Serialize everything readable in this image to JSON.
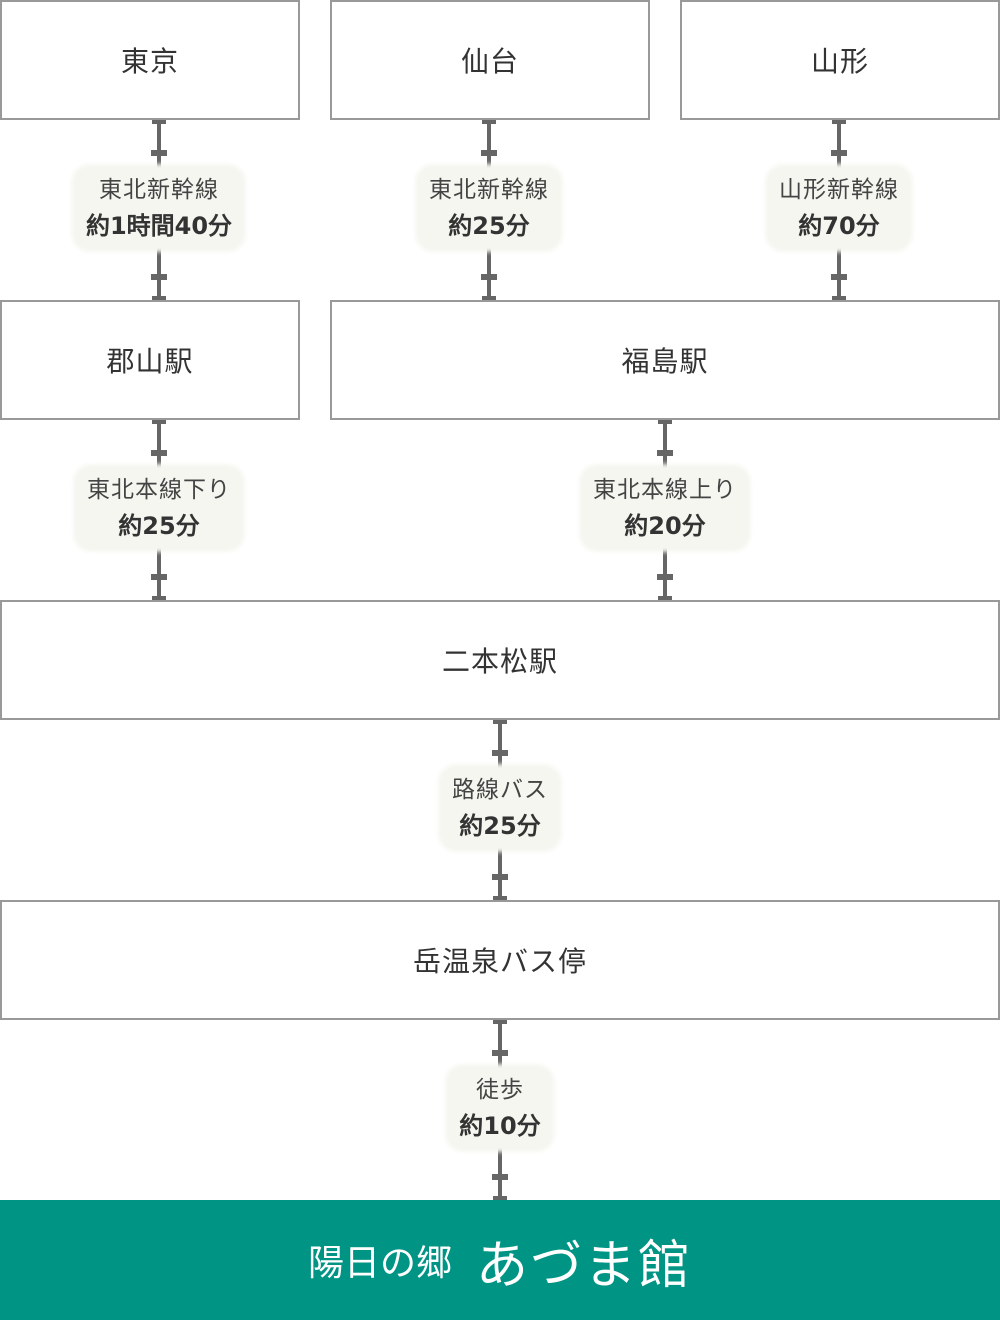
{
  "colors": {
    "border": "#999999",
    "connector": "#666666",
    "label_bg": "#f6f6f1",
    "destination_bg": "#009485",
    "destination_text": "#ffffff"
  },
  "origins": [
    {
      "name": "東京"
    },
    {
      "name": "仙台"
    },
    {
      "name": "山形"
    }
  ],
  "legs_top": [
    {
      "route": "東北新幹線",
      "time": "約1時間40分"
    },
    {
      "route": "東北新幹線",
      "time": "約25分"
    },
    {
      "route": "山形新幹線",
      "time": "約70分"
    }
  ],
  "transfer_stations": [
    {
      "name": "郡山駅"
    },
    {
      "name": "福島駅"
    }
  ],
  "legs_mid": [
    {
      "route": "東北本線下り",
      "time": "約25分"
    },
    {
      "route": "東北本線上り",
      "time": "約20分"
    }
  ],
  "nihonmatsu": {
    "name": "二本松駅"
  },
  "leg_bus": {
    "route": "路線バス",
    "time": "約25分"
  },
  "bus_stop": {
    "name": "岳温泉バス停"
  },
  "leg_walk": {
    "route": "徒歩",
    "time": "約10分"
  },
  "destination": {
    "subtitle": "陽日の郷",
    "name": "あづま館"
  }
}
